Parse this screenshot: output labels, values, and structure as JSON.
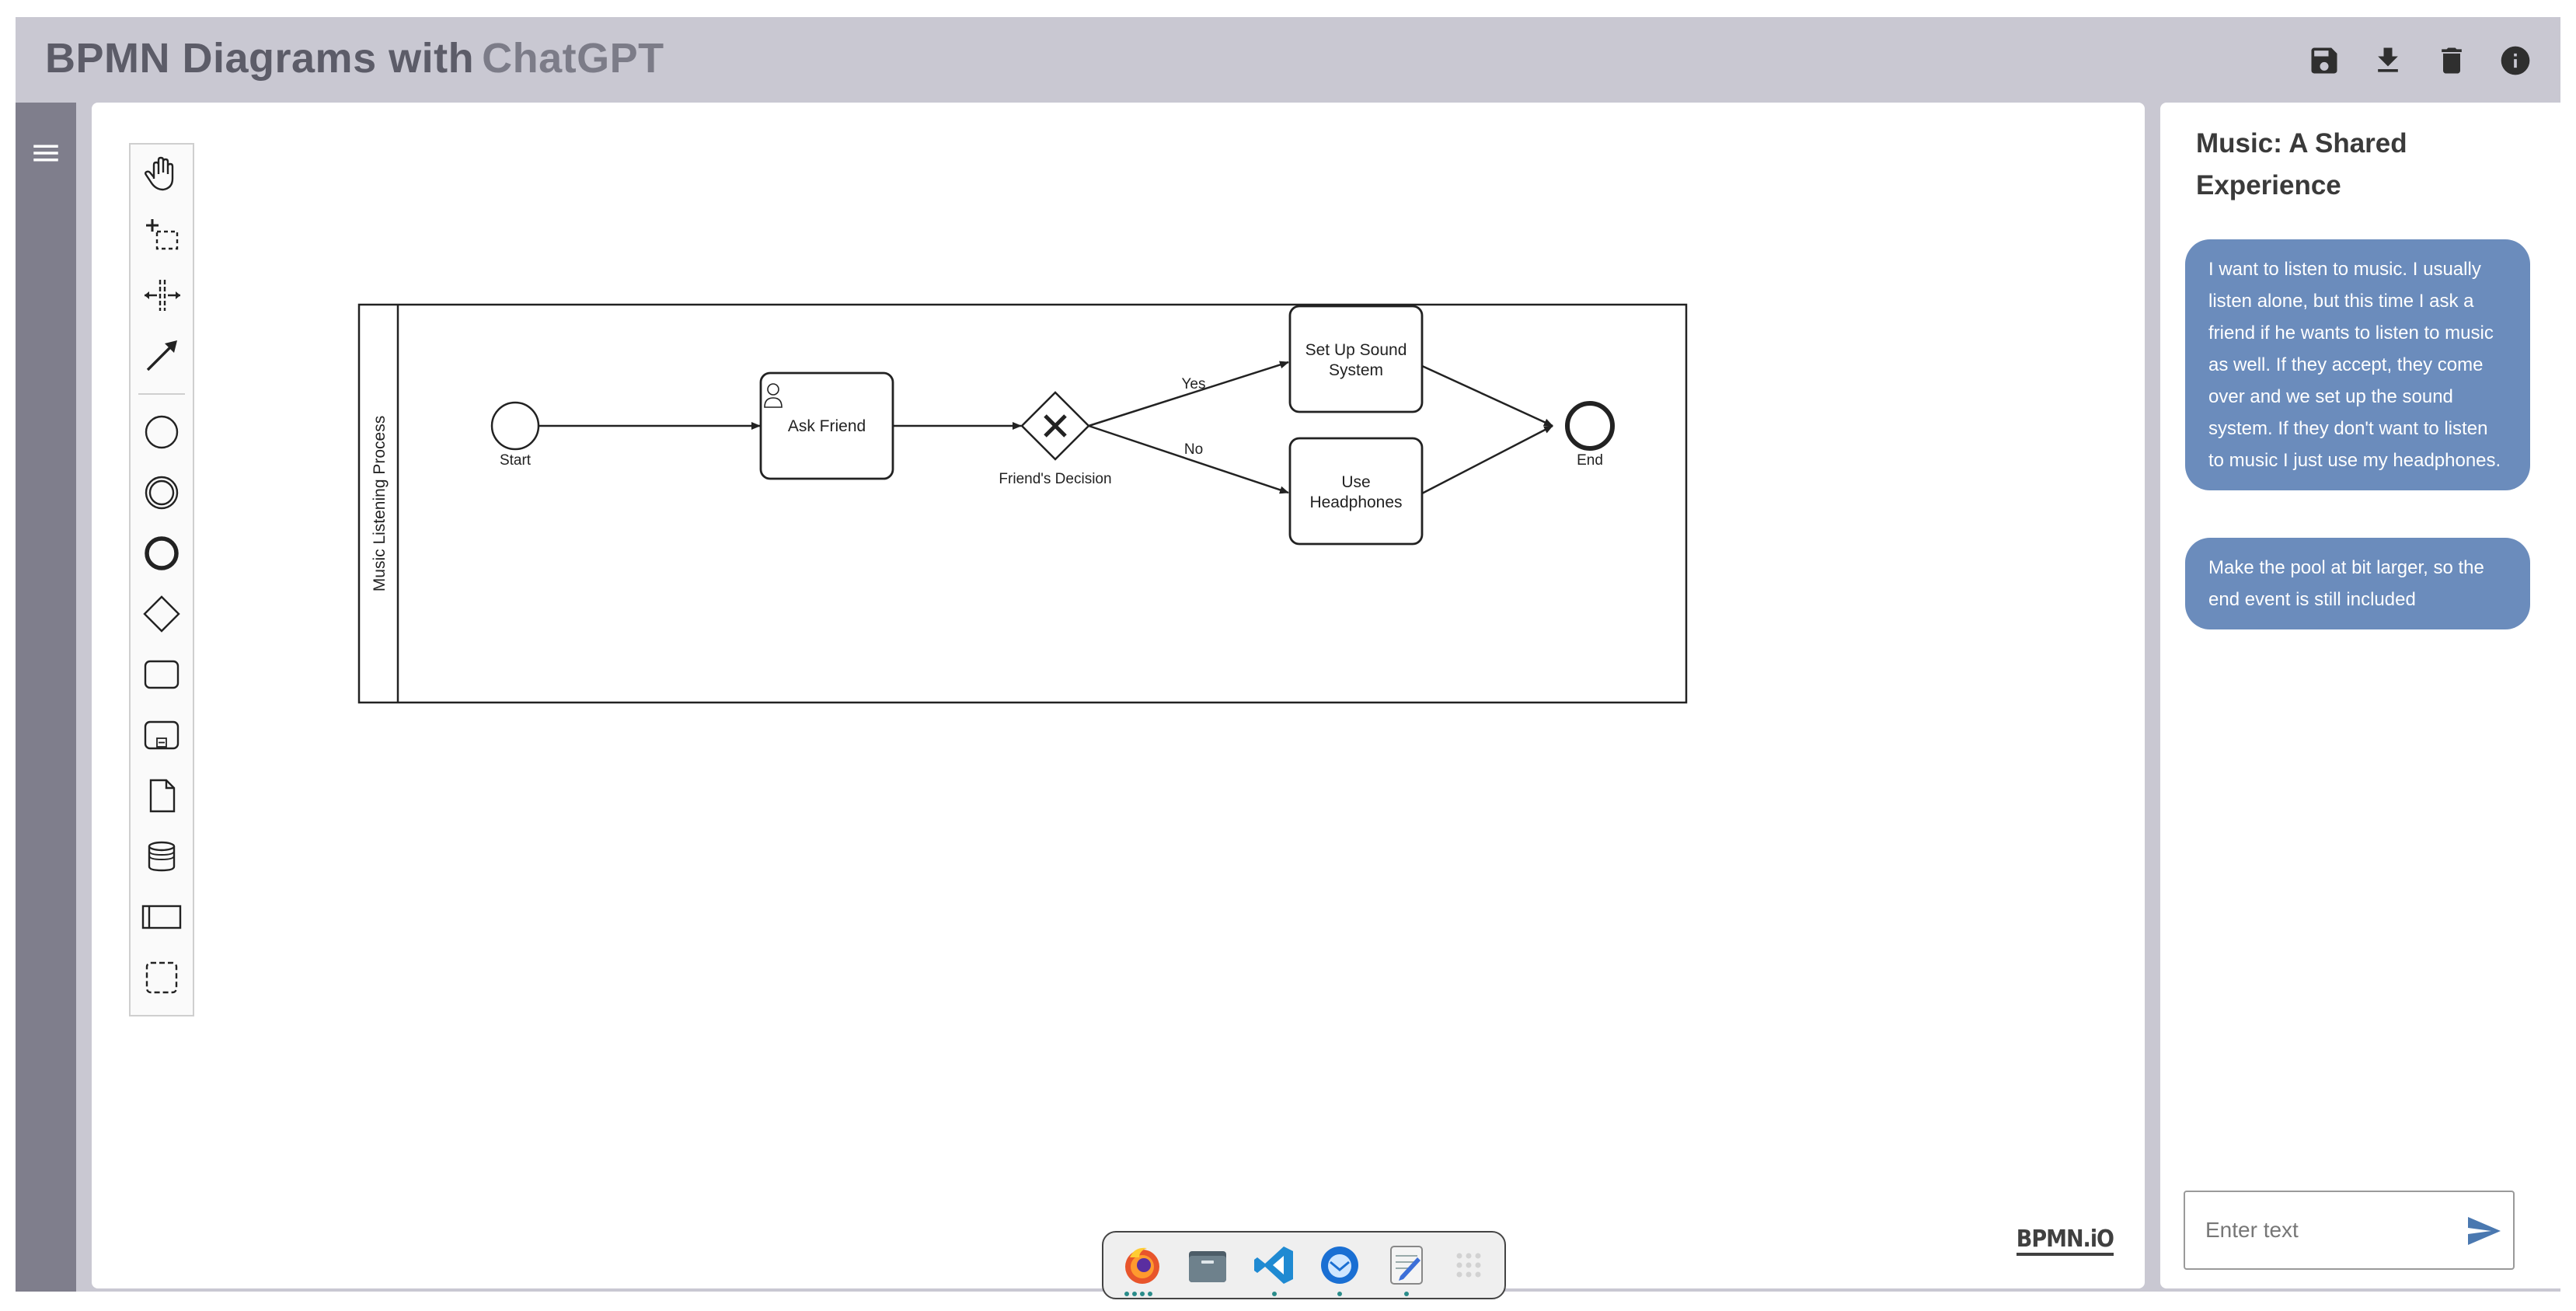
{
  "app": {
    "title_part1": "BPMN Diagrams with",
    "title_part2": "ChatGPT"
  },
  "header_actions": [
    {
      "name": "save-icon"
    },
    {
      "name": "download-icon"
    },
    {
      "name": "delete-icon"
    },
    {
      "name": "info-icon"
    }
  ],
  "palette": {
    "tools": [
      "hand-tool-icon",
      "lasso-tool-icon",
      "space-tool-icon",
      "global-connect-tool-icon",
      "start-event-icon",
      "intermediate-event-icon",
      "end-event-icon",
      "gateway-icon",
      "task-icon",
      "subprocess-icon",
      "data-object-icon",
      "data-store-icon",
      "pool-icon",
      "group-icon"
    ]
  },
  "diagram": {
    "pool_label": "Music Listening Process",
    "start_label": "Start",
    "task_ask_friend": "Ask Friend",
    "gateway_label": "Friend's Decision",
    "flow_yes": "Yes",
    "flow_no": "No",
    "task_setup_line1": "Set Up Sound",
    "task_setup_line2": "System",
    "task_headphones_line1": "Use",
    "task_headphones_line2": "Headphones",
    "end_label": "End"
  },
  "watermark": "BPMN.iO",
  "dock": {
    "apps": [
      "firefox-icon",
      "files-icon",
      "vscode-icon",
      "thunderbird-icon",
      "text-editor-icon",
      "app-grid-icon"
    ]
  },
  "chat": {
    "title": "Music: A Shared Experience",
    "messages": [
      "I want to listen to music. I usually listen alone, but this time I ask a friend if he wants to listen to music as well. If they accept, they come over and we set up the sound system. If they don't want to listen to music I just use my headphones.",
      "Make the pool at bit larger, so the end event is still included"
    ],
    "input_placeholder": "Enter text"
  },
  "colors": {
    "frame": "#c9c8d2",
    "rail": "#7f7e8c",
    "bubble": "#6b8cbc",
    "send": "#4a78b0"
  }
}
